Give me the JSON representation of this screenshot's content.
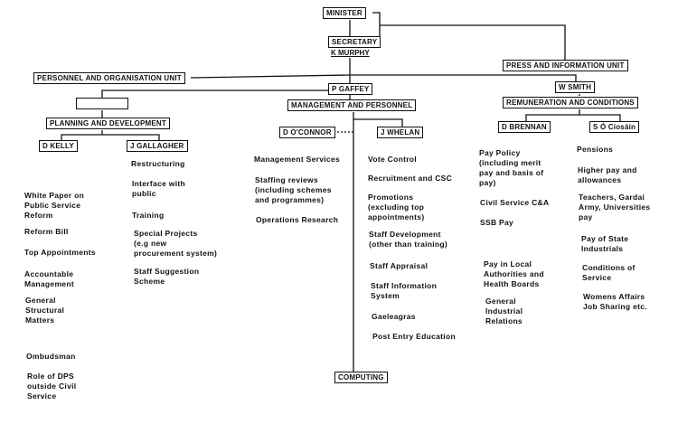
{
  "chart": {
    "minister": "MINISTER",
    "secretary": "SECRETARY",
    "secretary_name": "K MURPHY",
    "press_unit": "PRESS AND INFORMATION UNIT",
    "personnel_unit": "PERSONNEL AND ORGANISATION UNIT",
    "p_gaffey": "P GAFFEY",
    "w_smith": "W SMITH",
    "planning": "PLANNING AND DEVELOPMENT",
    "management": "MANAGEMENT AND PERSONNEL",
    "remuneration": "REMUNERATION AND CONDITIONS",
    "d_kelly": "D KELLY",
    "j_gallagher": "J GALLAGHER",
    "d_oconnor": "D O'CONNOR",
    "j_whelan": "J WHELAN",
    "d_brennan": "D BRENNAN",
    "s_ociosain": "S Ó Ciosáin",
    "computing": "COMPUTING"
  },
  "columns": [
    {
      "items": [
        "White Paper on\nPublic Service\nReform",
        "Reform Bill",
        "Top Appointments",
        "Accountable\nManagement",
        "General\nStructural\nMatters",
        "Ombudsman",
        "Role of DPS\noutside Civil\nService"
      ]
    },
    {
      "items": [
        "Restructuring",
        "Interface with\npublic",
        "Training",
        "Special Projects\n(e.g new\nprocurement system)",
        "Staff Suggestion\nScheme"
      ]
    },
    {
      "items": [
        "Management Services",
        "Staffing reviews\n(including schemes\nand programmes)",
        "Operations Research"
      ]
    },
    {
      "items": [
        "Vote Control",
        "Recruitment and CSC",
        "Promotions\n(excluding top\nappointments)",
        "Staff Development\n(other than training)",
        "Staff Appraisal",
        "Staff Information\nSystem",
        "Gaeleagras",
        "Post Entry Education"
      ]
    },
    {
      "items": [
        "Pay Policy\n(including merit\npay and basis of\npay)",
        "Civil Service C&A",
        "SSB Pay",
        "Pay in Local\nAuthorities and\nHealth Boards",
        "General\nIndustrial\nRelations"
      ]
    },
    {
      "items": [
        "Pensions",
        "Higher pay and\nallowances",
        "Teachers, Gardai\nArmy, Universities\npay",
        "Pay of State\nIndustrials",
        "Conditions of\nService",
        "Womens Affairs\nJob Sharing etc."
      ]
    }
  ]
}
